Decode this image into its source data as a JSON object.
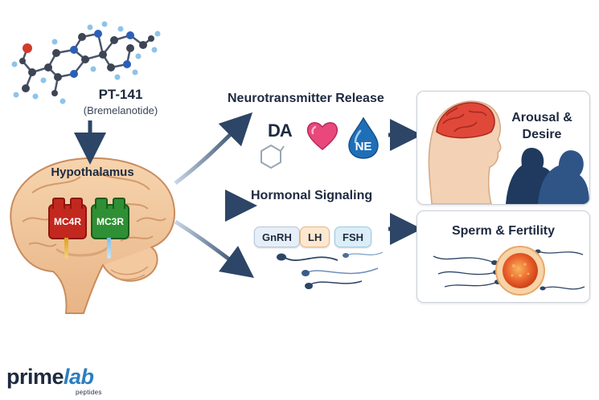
{
  "drug": {
    "name": "PT-141",
    "subname": "(Bremelanotide)"
  },
  "brain": {
    "label": "Hypothalamus",
    "receptors": [
      {
        "label": "MC4R",
        "color": "#c3281e"
      },
      {
        "label": "MC3R",
        "color": "#2f8f34"
      }
    ]
  },
  "pathways": {
    "neurotransmitter": {
      "title": "Neurotransmitter Release",
      "items": [
        "DA",
        "NE"
      ],
      "icons": [
        "hexagon-molecule-icon",
        "heart-icon",
        "drop-icon"
      ]
    },
    "hormonal": {
      "title": "Hormonal Signaling",
      "items": [
        "GnRH",
        "LH",
        "FSH"
      ],
      "icons": [
        "sperm-icon"
      ]
    }
  },
  "outcomes": {
    "arousal": {
      "title_line1": "Arousal &",
      "title_line2": "Desire"
    },
    "fertility": {
      "title": "Sperm & Fertility"
    }
  },
  "logo": {
    "main": "prime",
    "accent": "lab",
    "sub": "peptides"
  },
  "colors": {
    "navy": "#1e2a40",
    "arrow": "#2d4566",
    "red": "#c3281e",
    "green": "#2f8f34",
    "blue": "#2b7fc0"
  }
}
